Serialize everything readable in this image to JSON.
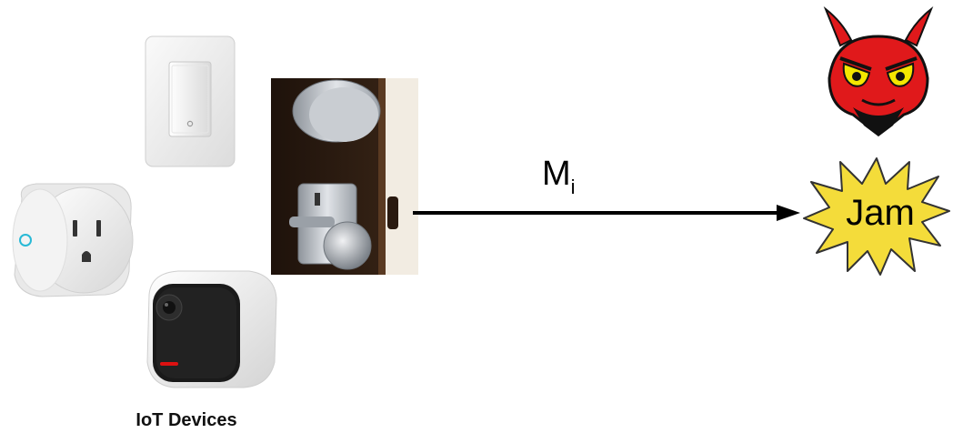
{
  "diagram": {
    "devices_label": "IoT Devices",
    "message_label": "M",
    "message_subscript": "i",
    "jam_label": "Jam"
  },
  "colors": {
    "devil_red": "#e0191b",
    "devil_black": "#111111",
    "devil_eye": "#f4e600",
    "jam_fill": "#f4dc3a",
    "arrow": "#000000",
    "door_wood": "#2a1a10",
    "door_frame": "#f2ece2",
    "lock_silver": "#c9cdd2",
    "device_white": "#f7f7f7",
    "plug_accent": "#28b9d6"
  },
  "icons": [
    "light-switch-icon",
    "smart-plug-icon",
    "security-camera-icon",
    "smart-lock-icon",
    "devil-attacker-icon",
    "jam-burst-icon"
  ]
}
